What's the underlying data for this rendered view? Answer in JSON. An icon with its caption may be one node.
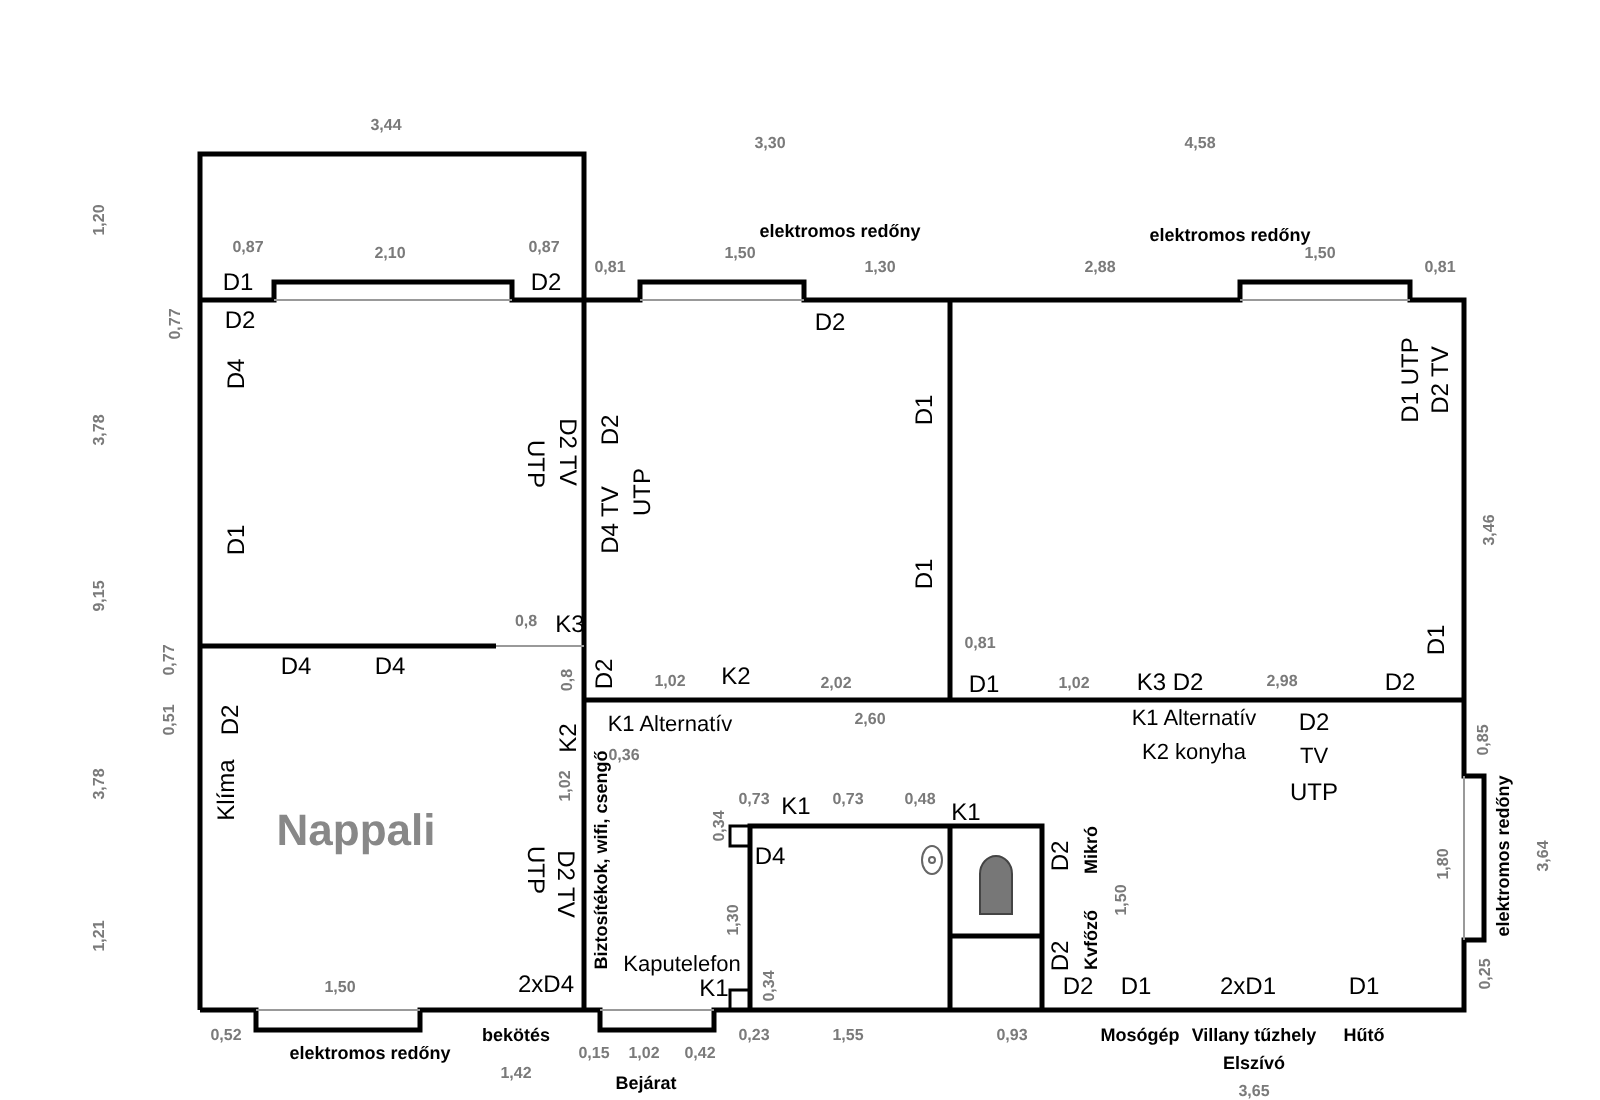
{
  "diagram": {
    "nodes": [
      {
        "text": [
          "Nappali"
        ]
      }
    ],
    "labels": [
      "3,44",
      "3,30",
      "4,58",
      "1,20",
      "elektromos redőny",
      "elektromos redőny",
      "0,87",
      "2,10",
      "0,87",
      "0,81",
      "1,50",
      "1,30",
      "2,88",
      "1,50",
      "0,81",
      "D1",
      "D2",
      "D2",
      "0,77",
      "D2",
      "D1 UTP",
      "D2 TV",
      "D4",
      "D1",
      "3,78",
      "D2 TV",
      "UTP",
      "D2",
      "D4 TV",
      "UTP",
      "D1",
      "D1",
      "3,46",
      "9,15",
      "0,8",
      "K3",
      "D1",
      "0,81",
      "0,77",
      "D4",
      "D4",
      "0,8",
      "D2",
      "1,02",
      "K2",
      "2,02",
      "D1",
      "1,02",
      "K3 D2",
      "2,98",
      "D2",
      "0,51",
      "D2",
      "K1 Alternatív",
      "2,60",
      "K1 Alternatív",
      "D2",
      "K2 konyha",
      "K2",
      "0,36",
      "TV",
      "0,85",
      "3,78",
      "Klíma",
      "1,02",
      "UTP",
      "0,73",
      "K1",
      "0,73",
      "0,48",
      "K1",
      "0,34",
      "D4",
      "Biztosítékok, wifi, csengő",
      "D2 TV",
      "UTP",
      "D2",
      "Mikró",
      "1,50",
      "1,80",
      "elektromos redőny",
      "3,64",
      "1,30",
      "D2",
      "Kvfőző",
      "1,21",
      "1,50",
      "2xD4",
      "Kaputelefon",
      "K1",
      "0,34",
      "D2",
      "D1",
      "2xD1",
      "D1",
      "0,25",
      "0,52",
      "bekötés",
      "0,23",
      "1,55",
      "0,93",
      "Mosógép",
      "Villany tűzhely",
      "Hűtő",
      "elektromos redőny",
      "0,15",
      "1,02",
      "0,42",
      "Elszívó",
      "1,42",
      "Bejárat",
      "3,65"
    ]
  }
}
